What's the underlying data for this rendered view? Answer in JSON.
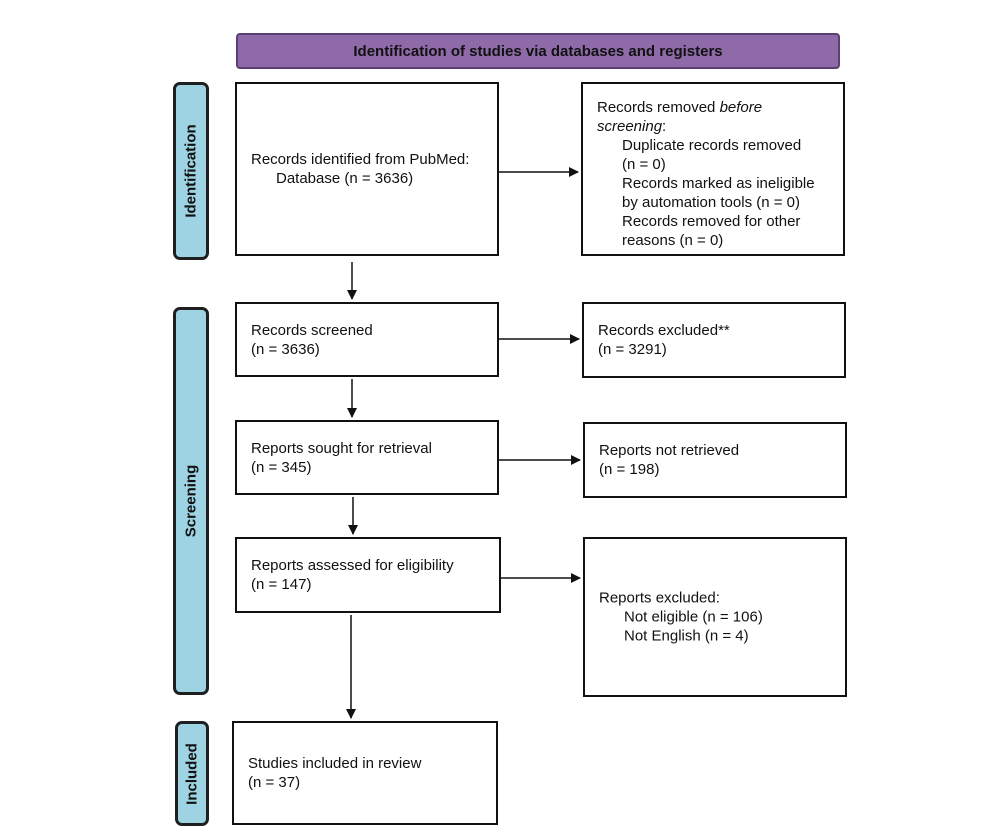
{
  "header": {
    "title": "Identification of studies via databases and registers"
  },
  "phases": {
    "identification": "Identification",
    "screening": "Screening",
    "included": "Included"
  },
  "boxes": {
    "identified": {
      "line1": "Records identified from PubMed:",
      "line2": "Database (n = 3636)"
    },
    "removed": {
      "line1_prefix": "Records removed ",
      "line1_italic": "before",
      "line2_italic": "screening",
      "line2_suffix": ":",
      "items": [
        "Duplicate records removed",
        "(n = 0)",
        "Records marked as ineligible",
        "by automation tools (n = 0)",
        "Records removed for other",
        "reasons (n = 0)"
      ]
    },
    "screened": {
      "line1": "Records screened",
      "line2": "(n = 3636)"
    },
    "excluded": {
      "line1": "Records excluded**",
      "line2": "(n = 3291)"
    },
    "sought": {
      "line1": "Reports sought for retrieval",
      "line2": "(n = 345)"
    },
    "not_retrieved": {
      "line1": "Reports not retrieved",
      "line2": "(n = 198)"
    },
    "assessed": {
      "line1": "Reports assessed for eligibility",
      "line2": "(n = 147)"
    },
    "reports_excluded": {
      "line1": "Reports excluded:",
      "items": [
        "Not eligible (n = 106)",
        "Not English (n = 4)"
      ]
    },
    "included": {
      "line1": "Studies included in review",
      "line2": "(n = 37)"
    }
  }
}
